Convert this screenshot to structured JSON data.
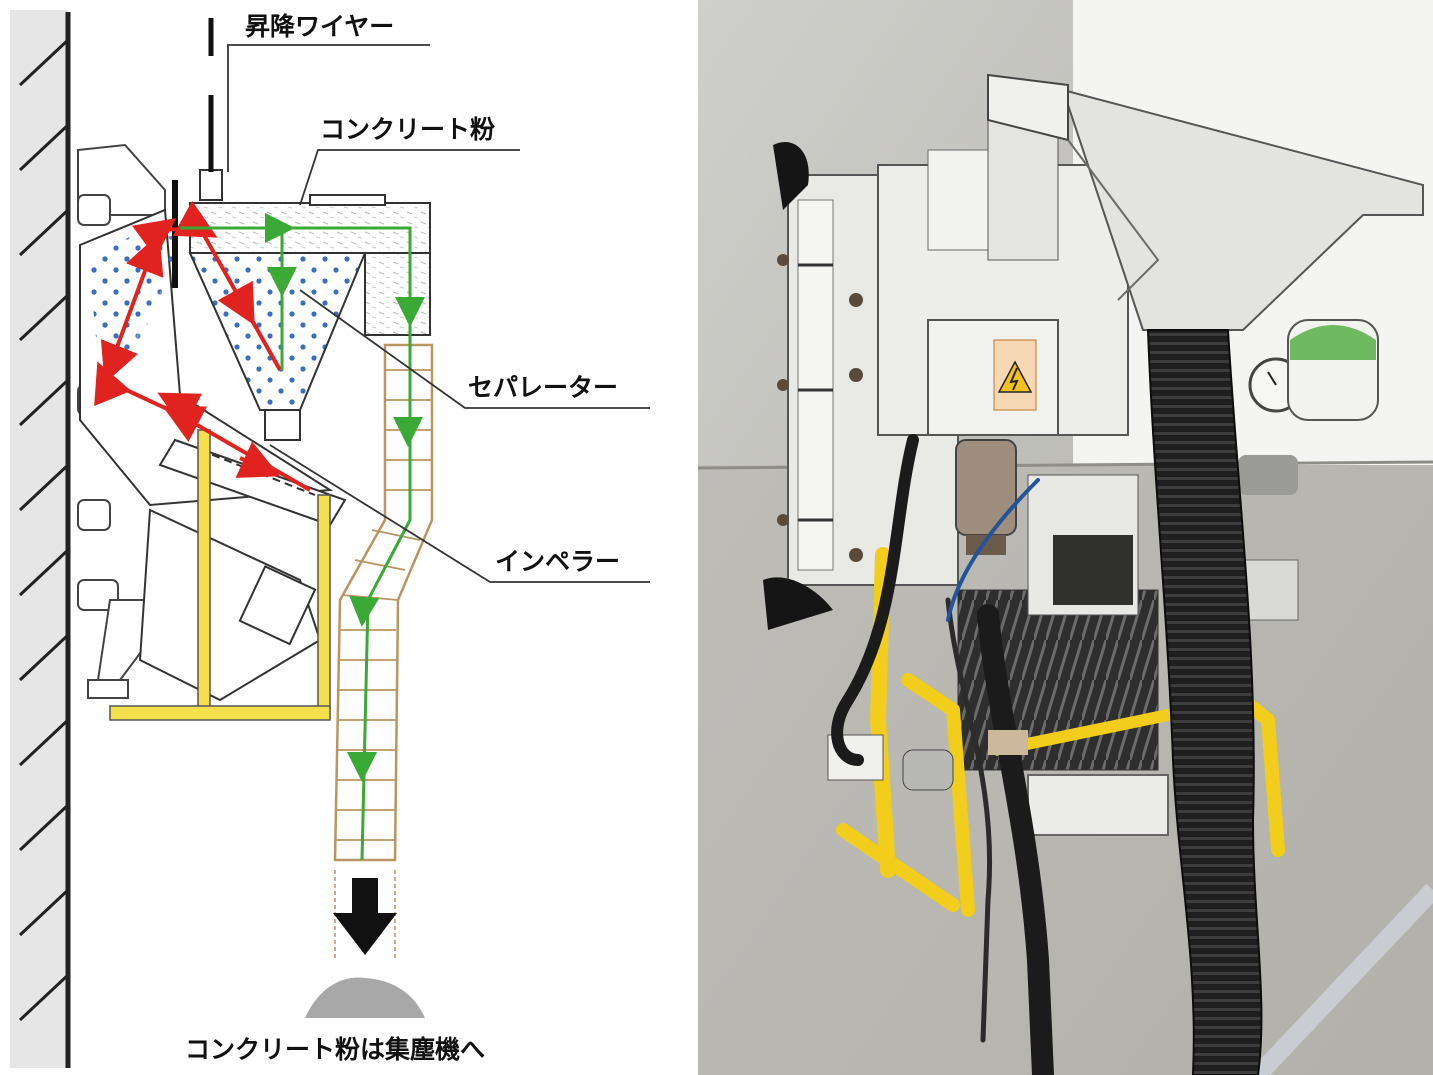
{
  "diagram": {
    "labels": {
      "wire": "昇降ワイヤー",
      "powder": "コンクリート粉",
      "separator": "セパレーター",
      "impeller": "インペラー",
      "collector": "コンクリート粉は集塵機へ"
    },
    "colors": {
      "wall": "#e6e6e6",
      "shot_path": "#e0231f",
      "powder_path": "#3aa935",
      "frame": "#f4e04d",
      "dots": "#3a6fc0"
    }
  },
  "photo": {
    "warning_icon": "electric-hazard-icon",
    "colors": {
      "machine": "#ececea",
      "frame": "#f2cd1c",
      "hose": "#1e1e1e",
      "concrete": "#bdbcb6",
      "gauge_cap": "#6fb960"
    }
  }
}
